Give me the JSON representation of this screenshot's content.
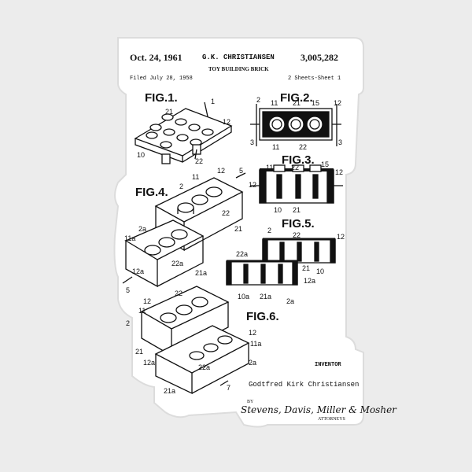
{
  "header": {
    "date": "Oct. 24, 1961",
    "inventor_name": "G.K. CHRISTIANSEN",
    "title": "TOY BUILDING BRICK",
    "patent_number": "3,005,282",
    "filed": "Filed July 28, 1958",
    "sheets": "2 Sheets-Sheet 1"
  },
  "figures": {
    "fig1": "FIG.1.",
    "fig2": "FIG.2.",
    "fig3": "FIG.3.",
    "fig4": "FIG.4.",
    "fig5": "FIG.5.",
    "fig6": "FIG.6."
  },
  "footer": {
    "inventor_label": "INVENTOR",
    "inventor_full": "Godtfred Kirk Christiansen",
    "by": "BY",
    "signature": "Stevens, Davis, Miller & Mosher",
    "attorneys": "ATTORNEYS"
  },
  "labels": {
    "n1": "1",
    "n2": "2",
    "n3": "3",
    "n5": "5",
    "n7": "7",
    "n10": "10",
    "n10a": "10a",
    "n11": "11",
    "n11a": "11a",
    "n12": "12",
    "n12a": "12a",
    "n15": "15",
    "n21": "21",
    "n21a": "21a",
    "n22": "22",
    "n22a": "22a",
    "n2a": "2a"
  },
  "colors": {
    "background": "#ececec",
    "sticker": "#ffffff",
    "ink": "#111111"
  }
}
